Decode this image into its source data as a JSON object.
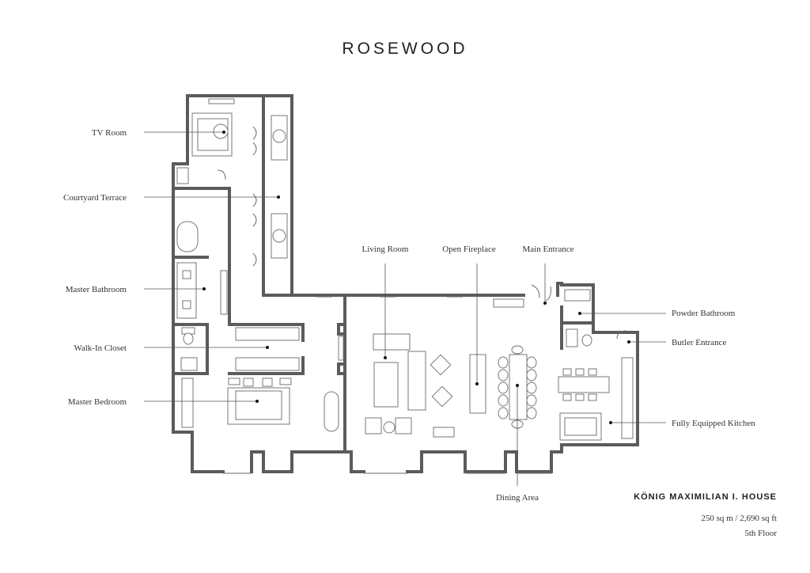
{
  "brand": "ROSEWOOD",
  "labels": {
    "tv_room": "TV Room",
    "courtyard_terrace": "Courtyard Terrace",
    "master_bathroom": "Master Bathroom",
    "walk_in_closet": "Walk-In Closet",
    "master_bedroom": "Master Bedroom",
    "living_room": "Living Room",
    "open_fireplace": "Open Fireplace",
    "main_entrance": "Main Entrance",
    "powder_bathroom": "Powder Bathroom",
    "butler_entrance": "Butler Entrance",
    "fully_equipped_kitchen": "Fully Equipped Kitchen",
    "dining_area": "Dining Area"
  },
  "info": {
    "title": "KÖNIG MAXIMILIAN I. HOUSE",
    "area": "250 sq m / 2,690 sq ft",
    "floor": "5th Floor"
  },
  "colors": {
    "wall": "#5b5b5b",
    "text": "#222222",
    "background": "#ffffff"
  }
}
